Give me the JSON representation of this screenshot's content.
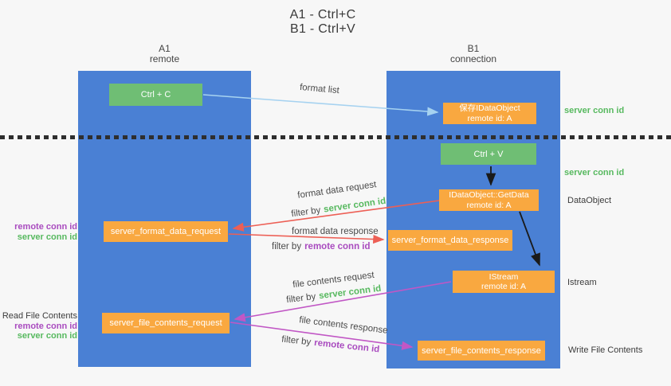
{
  "title": {
    "line1": "A1 - Ctrl+C",
    "line2": "B1 - Ctrl+V"
  },
  "lifelines": {
    "left": {
      "name": "A1",
      "role": "remote"
    },
    "right": {
      "name": "B1",
      "role": "connection"
    }
  },
  "nodes": {
    "ctrl_c": "Ctrl + C",
    "ctrl_v": "Ctrl + V",
    "save_idataobject": {
      "line1": "保存IDataObject",
      "line2": "remote id: A"
    },
    "idataobject_getdata": {
      "line1": "IDataObject::GetData",
      "line2": "remote id: A"
    },
    "istream": {
      "line1": "IStream",
      "line2": "remote id: A"
    },
    "server_format_data_request": "server_format_data_request",
    "server_format_data_response": "server_format_data_response",
    "server_file_contents_request": "server_file_contents_request",
    "server_file_contents_response": "server_file_contents_response"
  },
  "side_labels": {
    "server_conn_id_top": "server conn id",
    "server_conn_id_mid": "server conn id",
    "dataobject": "DataObject",
    "istream": "Istream",
    "write_file_contents": "Write File Contents",
    "read_file_contents": "Read File Contents",
    "pair1_remote": "remote conn id",
    "pair1_server": "server conn id",
    "pair2_remote": "remote conn id",
    "pair2_server": "server conn id"
  },
  "arrows": {
    "format_list": {
      "label": "format list"
    },
    "format_data_request": {
      "label": "format data request",
      "filter_prefix": "filter by",
      "filter_value": "server conn id"
    },
    "format_data_response": {
      "label": "format data response",
      "filter_prefix": "filter by",
      "filter_value": "remote conn id"
    },
    "file_contents_request": {
      "label": "file contents request",
      "filter_prefix": "filter by",
      "filter_value": "server conn id"
    },
    "file_contents_response": {
      "label": "file contents response",
      "filter_prefix": "filter by",
      "filter_value": "remote conn id"
    }
  },
  "colors": {
    "background": "#f7f7f7",
    "lifeline_blue": "#4a80d4",
    "node_green": "#6fbe74",
    "node_orange": "#f9a840",
    "text_green": "#57b95f",
    "text_purple": "#a94bbf",
    "arrow_lightblue": "#a6d2f0",
    "arrow_red": "#ed5f55",
    "arrow_magenta": "#c157c5",
    "arrow_black": "#1a1a1a",
    "separator_black": "#2e2e2e"
  }
}
